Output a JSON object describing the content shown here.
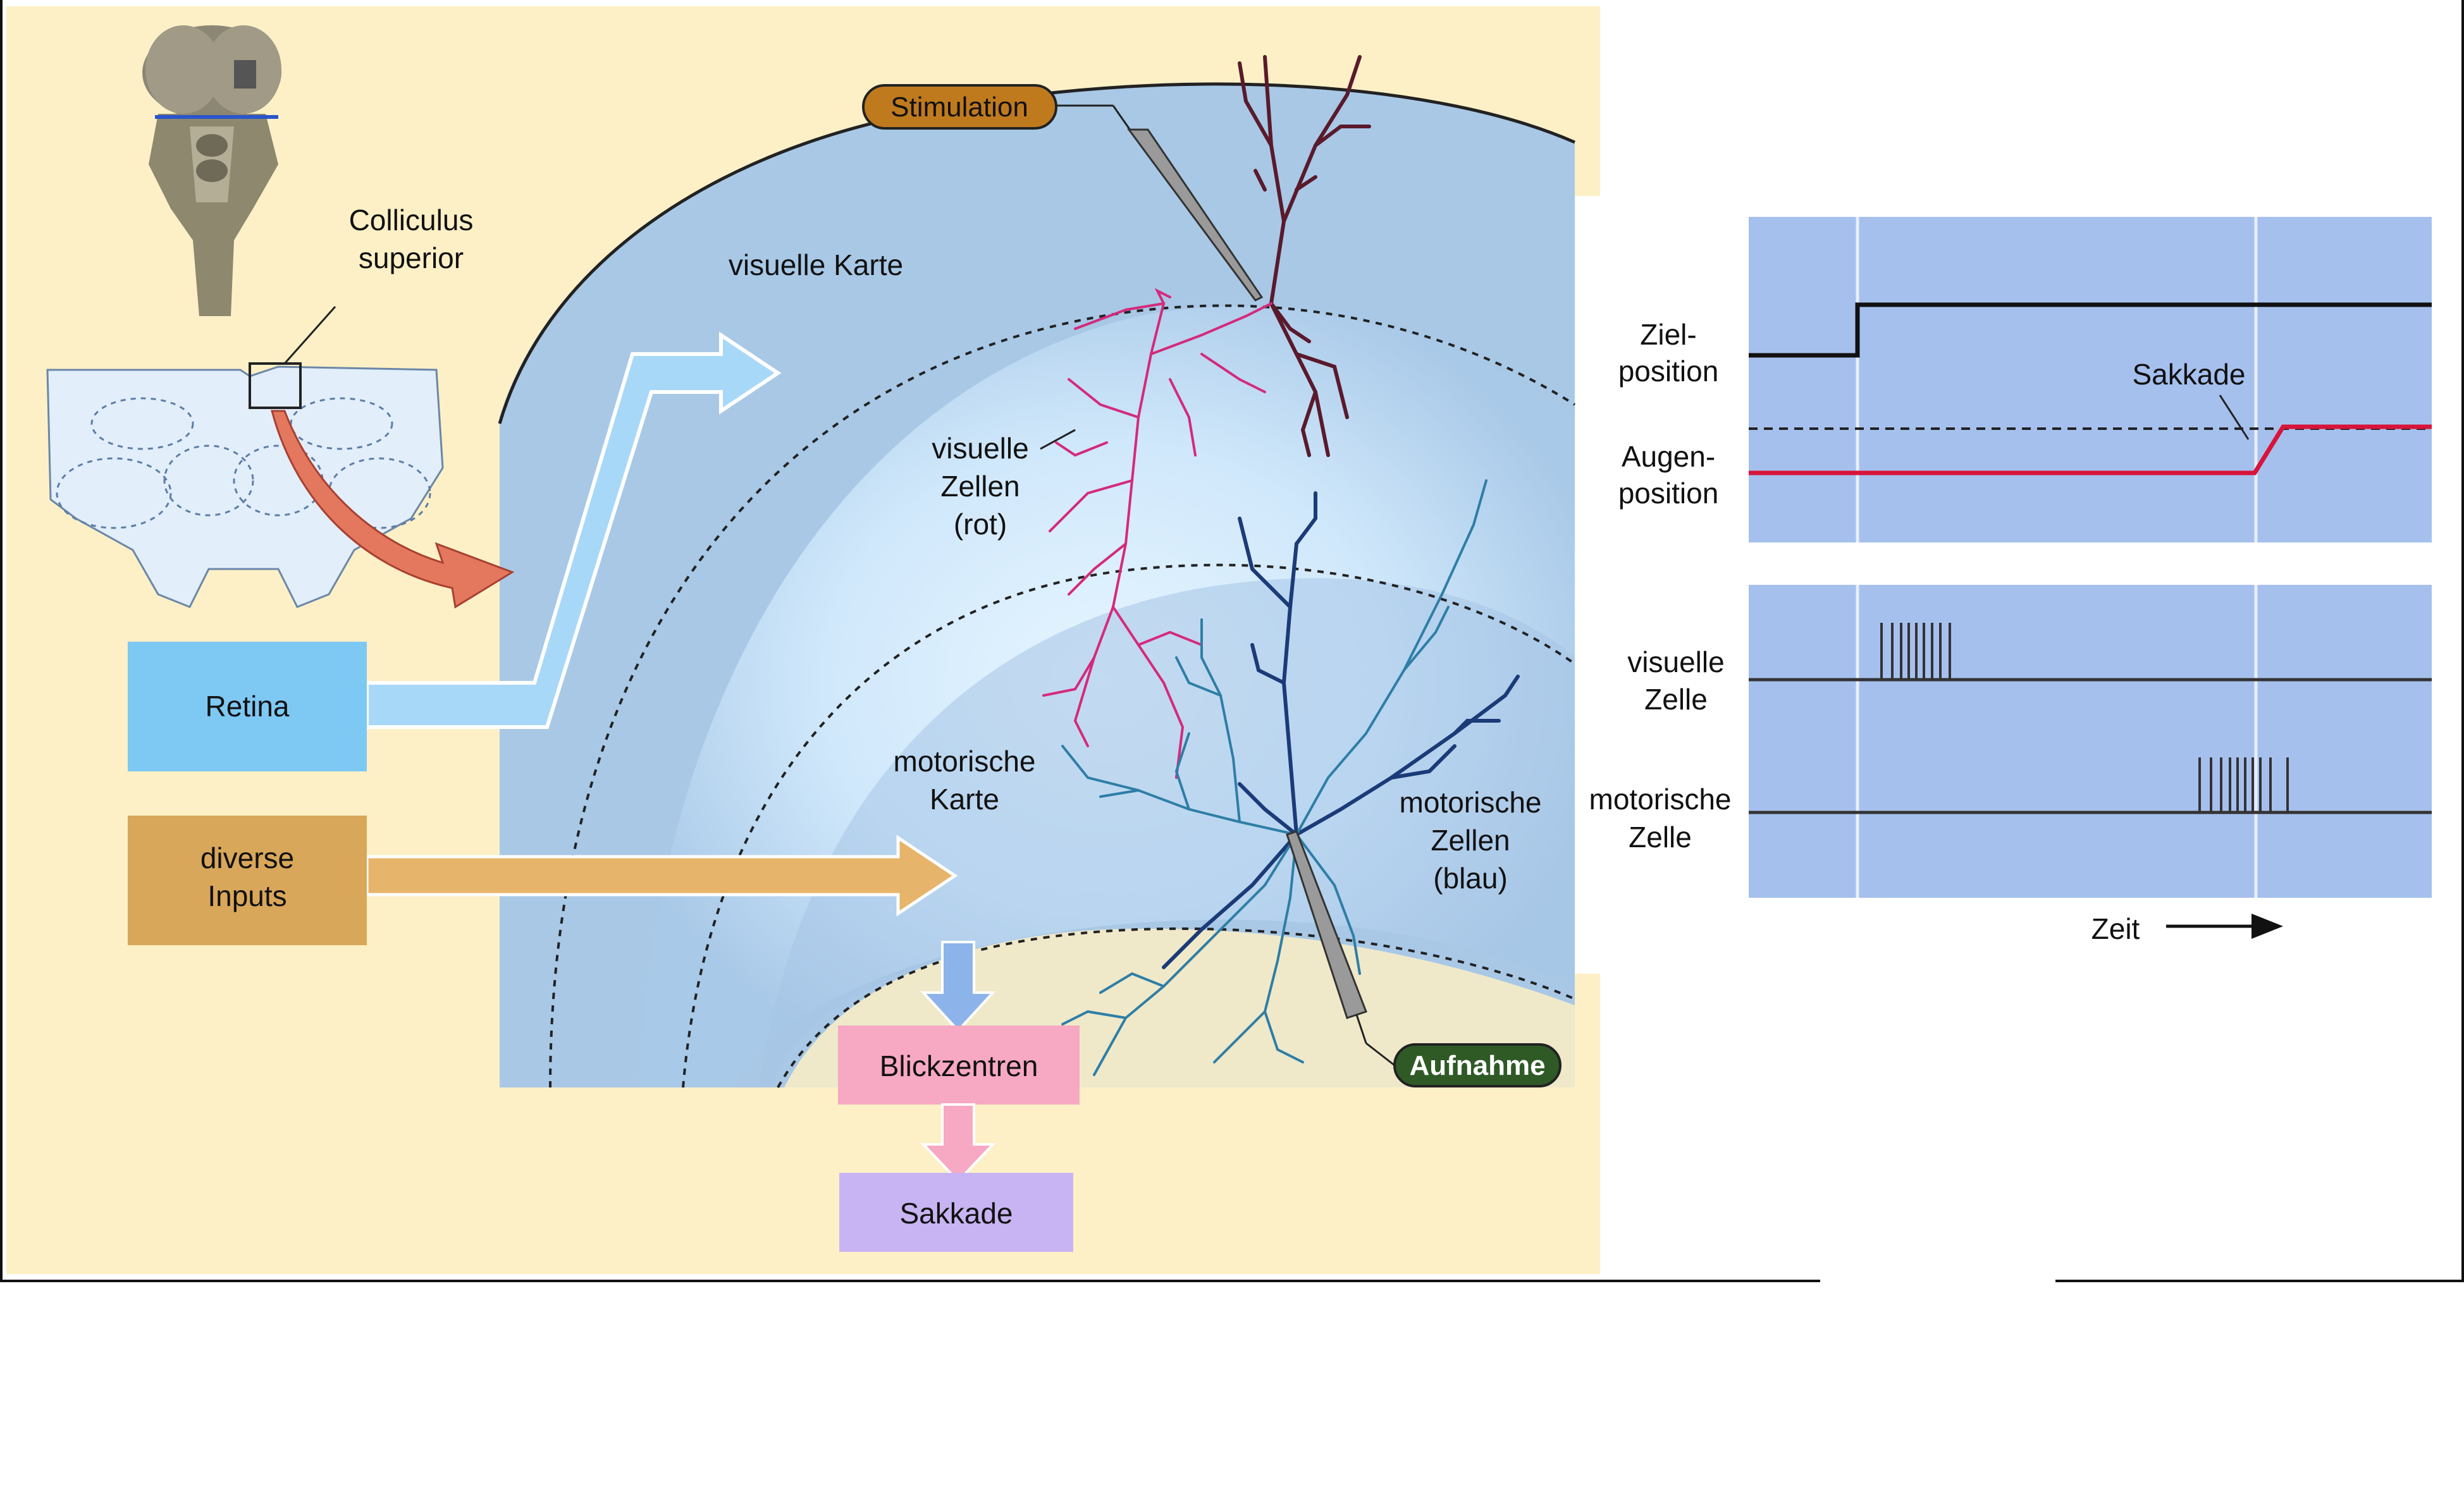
{
  "labels": {
    "colliculus_line1": "Colliculus",
    "colliculus_line2": "superior",
    "visual_map": "visuelle Karte",
    "stimulation": "Stimulation",
    "visual_cells_line1": "visuelle",
    "visual_cells_line2": "Zellen",
    "visual_cells_line3": "(rot)",
    "retina": "Retina",
    "diverse_line1": "diverse",
    "diverse_line2": "Inputs",
    "motor_map_line1": "motorische",
    "motor_map_line2": "Karte",
    "motor_cells_line1": "motorische",
    "motor_cells_line2": "Zellen",
    "motor_cells_line3": "(blau)",
    "recording": "Aufnahme",
    "gaze_centers": "Blickzentren",
    "saccade_box": "Sakkade"
  },
  "timing_panel": {
    "target_line1": "Ziel-",
    "target_line2": "position",
    "eye_line1": "Augen-",
    "eye_line2": "position",
    "saccade_label": "Sakkade",
    "visual_cell_line1": "visuelle",
    "visual_cell_line2": "Zelle",
    "motor_cell_line1": "motorische",
    "motor_cell_line2": "Zelle",
    "time_label": "Zeit"
  },
  "colors": {
    "background_cream": "#fdf0c6",
    "colliculus_blue": "#a8c8e6",
    "retina_box": "#7ec8f4",
    "inputs_box": "#d9a75a",
    "gaze_box": "#f7a8c2",
    "saccade_box": "#c8b4f2",
    "panel_blue": "#a6c0ee",
    "visual_neuron": "#d42a7c",
    "motor_neuron_dark": "#1b3b78",
    "motor_neuron_teal": "#2e7ea6",
    "stim_neuron": "#5a1a2c",
    "eye_trace": "#d8143a"
  },
  "icons": [
    "brainstem-illustration",
    "brain-section-illustration",
    "electrode-icon",
    "arrow-icon"
  ]
}
